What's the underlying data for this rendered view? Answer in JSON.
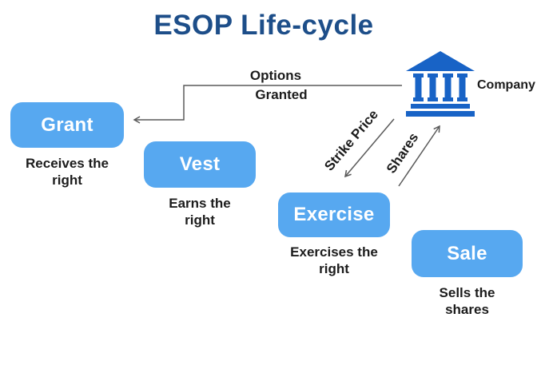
{
  "title": {
    "text": "ESOP Life-cycle"
  },
  "company": {
    "label": "Company",
    "icon": "bank-building-icon"
  },
  "stages": [
    {
      "label": "Grant",
      "caption_line1": "Receives the",
      "caption_line2": "right"
    },
    {
      "label": "Vest",
      "caption_line1": "Earns the",
      "caption_line2": "right"
    },
    {
      "label": "Exercise",
      "caption_line1": "Exercises the",
      "caption_line2": "right"
    },
    {
      "label": "Sale",
      "caption_line1": "Sells the",
      "caption_line2": "shares"
    }
  ],
  "arrows": [
    {
      "name": "options-granted",
      "label_line1": "Options",
      "label_line2": "Granted",
      "from": "Company",
      "to": "Grant"
    },
    {
      "name": "strike-price",
      "label": "Strike Price",
      "from": "Company",
      "to": "Exercise"
    },
    {
      "name": "shares",
      "label": "Shares",
      "from": "Exercise",
      "to": "Company"
    }
  ],
  "colors": {
    "title": "#1d4e89",
    "box": "#57a8f0",
    "box_text": "#ffffff",
    "icon": "#1863c6",
    "line": "#5a5a5a",
    "text": "#1c1c1c",
    "bg": "#ffffff"
  }
}
